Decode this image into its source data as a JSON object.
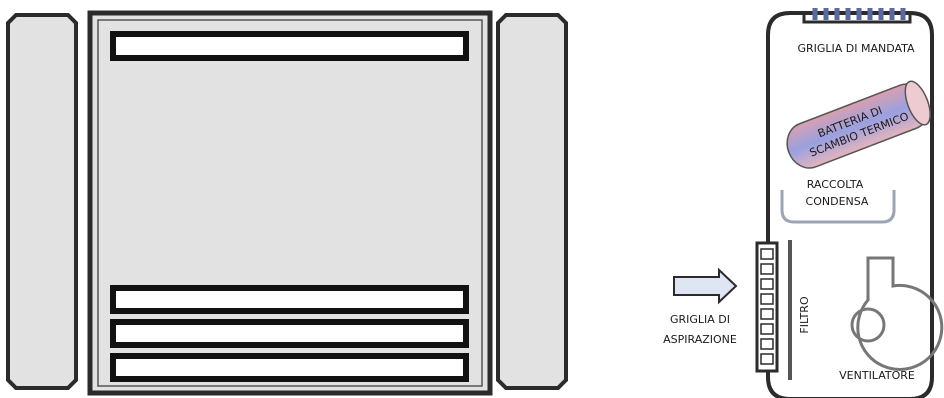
{
  "labels": {
    "supply_grille": "GRIGLIA DI MANDATA",
    "coil_line1": "BATTERIA DI",
    "coil_line2": "SCAMBIO TERMICO",
    "condensate_line1": "RACCOLTA",
    "condensate_line2": "CONDENSA",
    "filter": "FILTRO",
    "intake_line1": "GRIGLIA DI",
    "intake_line2": "ASPIRAZIONE",
    "fan": "VENTILATORE"
  },
  "colors": {
    "outline": "#2b2b2b",
    "panel_fill": "#e2e2e2",
    "coil_top": "#d9a0b0",
    "coil_mid": "#9aa0e0",
    "coil_bottom": "#e4b4bc",
    "arrow_fill": "#dde6f2",
    "grille_blue": "#5a6aa0"
  }
}
